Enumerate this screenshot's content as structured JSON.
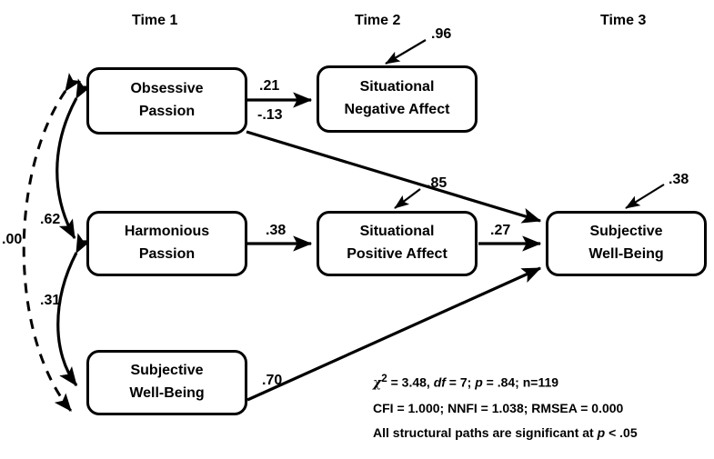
{
  "diagram": {
    "title": "Structural Equation Model Path Diagram",
    "stroke_color": "#000000",
    "background_color": "#ffffff",
    "periods": [
      {
        "id": "time1",
        "label": "Time 1"
      },
      {
        "id": "time2",
        "label": "Time 2"
      },
      {
        "id": "time3",
        "label": "Time 3"
      }
    ],
    "nodes": [
      {
        "id": "obsessive_passion",
        "line1": "Obsessive",
        "line2": "Passion",
        "period": "Time 1"
      },
      {
        "id": "harmonious_passion",
        "line1": "Harmonious",
        "line2": "Passion",
        "period": "Time 1"
      },
      {
        "id": "subjective_wellbeing_t1",
        "line1": "Subjective",
        "line2": "Well-Being",
        "period": "Time 1"
      },
      {
        "id": "situational_negative_affect",
        "line1": "Situational",
        "line2": "Negative Affect",
        "period": "Time 2"
      },
      {
        "id": "situational_positive_affect",
        "line1": "Situational",
        "line2": "Positive Affect",
        "period": "Time 2"
      },
      {
        "id": "subjective_wellbeing_t3",
        "line1": "Subjective",
        "line2": "Well-Being",
        "period": "Time 3"
      }
    ],
    "paths": [
      {
        "id": "op-to-sna",
        "label": ".21",
        "from": "obsessive_passion",
        "to": "situational_negative_affect",
        "kind": "directed"
      },
      {
        "id": "op-to-swb3",
        "label": "-.13",
        "from": "obsessive_passion",
        "to": "subjective_wellbeing_t3",
        "kind": "directed"
      },
      {
        "id": "hp-to-spa",
        "label": ".38",
        "from": "harmonious_passion",
        "to": "situational_positive_affect",
        "kind": "directed"
      },
      {
        "id": "spa-to-swb3",
        "label": ".27",
        "from": "situational_positive_affect",
        "to": "subjective_wellbeing_t3",
        "kind": "directed"
      },
      {
        "id": "swb1-to-swb3",
        "label": ".70",
        "from": "subjective_wellbeing_t1",
        "to": "subjective_wellbeing_t3",
        "kind": "directed"
      },
      {
        "id": "op-hp-corr",
        "label": ".62",
        "from": "obsessive_passion",
        "to": "harmonious_passion",
        "kind": "covariance-solid"
      },
      {
        "id": "hp-swb1-corr",
        "label": ".31",
        "from": "harmonious_passion",
        "to": "subjective_wellbeing_t1",
        "kind": "covariance-solid"
      },
      {
        "id": "op-swb1-corr",
        "label": ".00",
        "from": "obsessive_passion",
        "to": "subjective_wellbeing_t1",
        "kind": "covariance-dashed"
      }
    ],
    "disturbances": [
      {
        "id": "d-sna",
        "label": ".96",
        "target": "situational_negative_affect"
      },
      {
        "id": "d-spa",
        "label": ".85",
        "target": "situational_positive_affect"
      },
      {
        "id": "d-swb3",
        "label": ".38",
        "target": "subjective_wellbeing_t3"
      }
    ],
    "fit_statistics": {
      "line1_parts": {
        "chi_symbol": "χ",
        "chi_exponent": "2",
        "chi_value": " = 3.48, ",
        "df_symbol": "df",
        "df_value": " = 7; ",
        "p_symbol": "p",
        "p_value": " = .84; n=119"
      },
      "line2": "CFI = 1.000; NNFI = 1.038; RMSEA = 0.000",
      "line3_parts": {
        "prefix": "All structural paths are significant at ",
        "p_symbol": "p",
        "suffix": " < .05"
      }
    }
  }
}
